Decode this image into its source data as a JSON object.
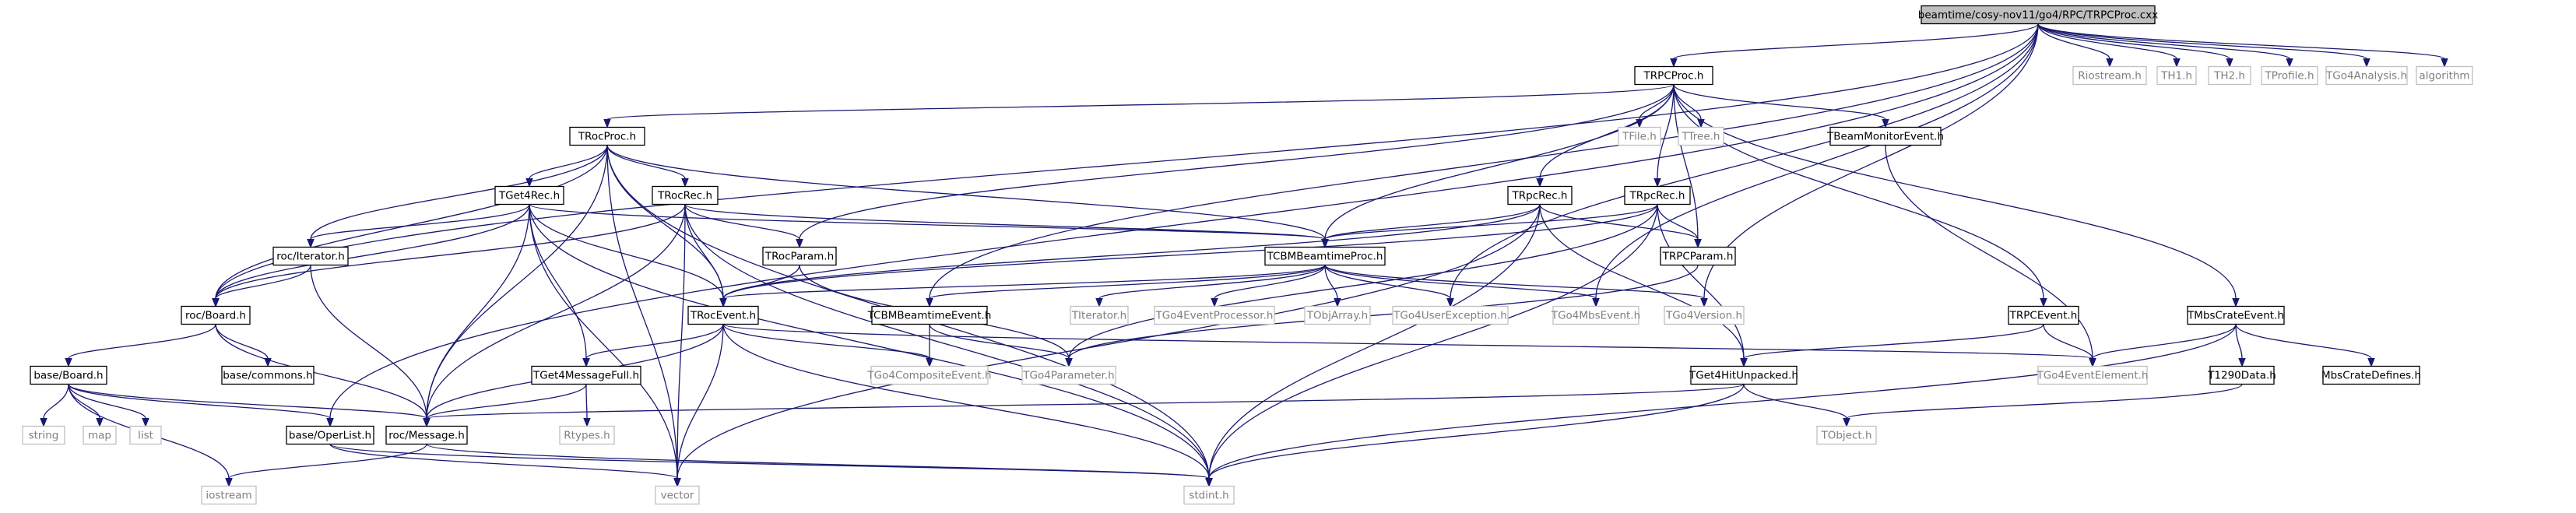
{
  "diagram": {
    "type": "include-dependency-graph",
    "nodes": [
      {
        "id": "rpcproc_cxx",
        "label": "beamtime/cosy-nov11/go4/RPC/TRPCProc.cxx",
        "kind": "root"
      },
      {
        "id": "trpcproc_h",
        "label": "TRPCProc.h",
        "kind": "box"
      },
      {
        "id": "riostream_h",
        "label": "Riostream.h",
        "kind": "system"
      },
      {
        "id": "th1_h",
        "label": "TH1.h",
        "kind": "system"
      },
      {
        "id": "th2_h",
        "label": "TH2.h",
        "kind": "system"
      },
      {
        "id": "tprofile_h",
        "label": "TProfile.h",
        "kind": "system"
      },
      {
        "id": "tgo4analysis_h",
        "label": "TGo4Analysis.h",
        "kind": "system"
      },
      {
        "id": "algorithm",
        "label": "algorithm",
        "kind": "system"
      },
      {
        "id": "trocproc_h",
        "label": "TRocProc.h",
        "kind": "box"
      },
      {
        "id": "tfile_h",
        "label": "TFile.h",
        "kind": "system"
      },
      {
        "id": "ttree_h",
        "label": "TTree.h",
        "kind": "system"
      },
      {
        "id": "tbeammonitorevent_h",
        "label": "TBeamMonitorEvent.h",
        "kind": "box"
      },
      {
        "id": "tget4rec_h",
        "label": "TGet4Rec.h",
        "kind": "box"
      },
      {
        "id": "trocrec_h",
        "label": "TRocRec.h",
        "kind": "box"
      },
      {
        "id": "trpcrec_h",
        "label": "TRpcRec.h",
        "kind": "box"
      },
      {
        "id": "trpcrec2_h",
        "label": "TRpcRec.h",
        "kind": "box"
      },
      {
        "id": "roc_iterator_h",
        "label": "roc/Iterator.h",
        "kind": "box"
      },
      {
        "id": "trocparam_h",
        "label": "TRocParam.h",
        "kind": "box"
      },
      {
        "id": "tcbmbeamtimeproc_h",
        "label": "TCBMBeamtimeProc.h",
        "kind": "box"
      },
      {
        "id": "trpcparam_h",
        "label": "TRPCParam.h",
        "kind": "box"
      },
      {
        "id": "roc_board_h",
        "label": "roc/Board.h",
        "kind": "box"
      },
      {
        "id": "troceevent_h",
        "label": "TRocEvent.h",
        "kind": "box"
      },
      {
        "id": "tcbmbeamtimeevent_h",
        "label": "TCBMBeamtimeEvent.h",
        "kind": "box"
      },
      {
        "id": "titerator_h",
        "label": "TIterator.h",
        "kind": "system"
      },
      {
        "id": "tgo4eventprocessor_h",
        "label": "TGo4EventProcessor.h",
        "kind": "system"
      },
      {
        "id": "tobjarray_h",
        "label": "TObjArray.h",
        "kind": "system"
      },
      {
        "id": "tgo4userexception_h",
        "label": "TGo4UserException.h",
        "kind": "system"
      },
      {
        "id": "tgo4mbsevent_h",
        "label": "TGo4MbsEvent.h",
        "kind": "system"
      },
      {
        "id": "tgo4version_h",
        "label": "TGo4Version.h",
        "kind": "system"
      },
      {
        "id": "trpcevent_h",
        "label": "TRPCEvent.h",
        "kind": "box"
      },
      {
        "id": "tmbscrateevent_h",
        "label": "TMbsCrateEvent.h",
        "kind": "box"
      },
      {
        "id": "base_board_h",
        "label": "base/Board.h",
        "kind": "box"
      },
      {
        "id": "base_commons_h",
        "label": "base/commons.h",
        "kind": "box"
      },
      {
        "id": "tget4messagefull_h",
        "label": "TGet4MessageFull.h",
        "kind": "box"
      },
      {
        "id": "tgo4compositeevent_h",
        "label": "TGo4CompositeEvent.h",
        "kind": "system"
      },
      {
        "id": "tgo4parameter_h",
        "label": "TGo4Parameter.h",
        "kind": "system"
      },
      {
        "id": "tget4hitunpacked_h",
        "label": "TGet4HitUnpacked.h",
        "kind": "box"
      },
      {
        "id": "tgo4eventelement_h",
        "label": "TGo4EventElement.h",
        "kind": "system"
      },
      {
        "id": "t1290data_h",
        "label": "T1290Data.h",
        "kind": "box"
      },
      {
        "id": "mbscratedefines_h",
        "label": "MbsCrateDefines.h",
        "kind": "box"
      },
      {
        "id": "string",
        "label": "string",
        "kind": "system"
      },
      {
        "id": "map",
        "label": "map",
        "kind": "system"
      },
      {
        "id": "list",
        "label": "list",
        "kind": "system"
      },
      {
        "id": "base_operlist_h",
        "label": "base/OperList.h",
        "kind": "box"
      },
      {
        "id": "roc_message_h",
        "label": "roc/Message.h",
        "kind": "box"
      },
      {
        "id": "rtypes_h",
        "label": "Rtypes.h",
        "kind": "system"
      },
      {
        "id": "tobject_h",
        "label": "TObject.h",
        "kind": "system"
      },
      {
        "id": "iostream",
        "label": "iostream",
        "kind": "system"
      },
      {
        "id": "vector",
        "label": "vector",
        "kind": "system"
      },
      {
        "id": "stdint_h",
        "label": "stdint.h",
        "kind": "system"
      }
    ],
    "edges": [
      [
        "rpcproc_cxx",
        "trpcproc_h"
      ],
      [
        "rpcproc_cxx",
        "riostream_h"
      ],
      [
        "rpcproc_cxx",
        "th1_h"
      ],
      [
        "rpcproc_cxx",
        "th2_h"
      ],
      [
        "rpcproc_cxx",
        "tprofile_h"
      ],
      [
        "rpcproc_cxx",
        "tgo4analysis_h"
      ],
      [
        "rpcproc_cxx",
        "algorithm"
      ],
      [
        "rpcproc_cxx",
        "roc_board_h"
      ],
      [
        "rpcproc_cxx",
        "tcbmbeamtimeevent_h"
      ],
      [
        "rpcproc_cxx",
        "tgo4userexception_h"
      ],
      [
        "rpcproc_cxx",
        "tgo4mbsevent_h"
      ],
      [
        "rpcproc_cxx",
        "tgo4version_h"
      ],
      [
        "rpcproc_cxx",
        "base_operlist_h"
      ],
      [
        "trpcproc_h",
        "trocproc_h"
      ],
      [
        "trpcproc_h",
        "tfile_h"
      ],
      [
        "trpcproc_h",
        "ttree_h"
      ],
      [
        "trpcproc_h",
        "tbeammonitorevent_h"
      ],
      [
        "trpcproc_h",
        "trpcrec_h"
      ],
      [
        "trpcproc_h",
        "trpcrec2_h"
      ],
      [
        "trpcproc_h",
        "tcbmbeamtimeproc_h"
      ],
      [
        "trpcproc_h",
        "trpcparam_h"
      ],
      [
        "trpcproc_h",
        "trocparam_h"
      ],
      [
        "trpcproc_h",
        "trpcevent_h"
      ],
      [
        "trpcproc_h",
        "tmbscrateevent_h"
      ],
      [
        "trocproc_h",
        "tget4rec_h"
      ],
      [
        "trocproc_h",
        "trocrec_h"
      ],
      [
        "trocproc_h",
        "roc_iterator_h"
      ],
      [
        "trocproc_h",
        "roc_board_h"
      ],
      [
        "trocproc_h",
        "troceevent_h"
      ],
      [
        "trocproc_h",
        "tcbmbeamtimeproc_h"
      ],
      [
        "trocproc_h",
        "roc_message_h"
      ],
      [
        "trocproc_h",
        "vector"
      ],
      [
        "trocproc_h",
        "stdint_h"
      ],
      [
        "tget4rec_h",
        "roc_iterator_h"
      ],
      [
        "tget4rec_h",
        "roc_board_h"
      ],
      [
        "tget4rec_h",
        "troceevent_h"
      ],
      [
        "tget4rec_h",
        "tget4messagefull_h"
      ],
      [
        "tget4rec_h",
        "roc_message_h"
      ],
      [
        "tget4rec_h",
        "tcbmbeamtimeproc_h"
      ],
      [
        "tget4rec_h",
        "vector"
      ],
      [
        "tget4rec_h",
        "stdint_h"
      ],
      [
        "trocrec_h",
        "trocparam_h"
      ],
      [
        "trocrec_h",
        "troceevent_h"
      ],
      [
        "trocrec_h",
        "roc_board_h"
      ],
      [
        "trocrec_h",
        "roc_message_h"
      ],
      [
        "trocrec_h",
        "tcbmbeamtimeproc_h"
      ],
      [
        "trocrec_h",
        "vector"
      ],
      [
        "trocrec_h",
        "stdint_h"
      ],
      [
        "trpcrec_h",
        "trpcparam_h"
      ],
      [
        "trpcrec_h",
        "tcbmbeamtimeproc_h"
      ],
      [
        "trpcrec_h",
        "troceevent_h"
      ],
      [
        "trpcrec_h",
        "tget4hitunpacked_h"
      ],
      [
        "trpcrec_h",
        "vector"
      ],
      [
        "trpcrec_h",
        "stdint_h"
      ],
      [
        "trpcrec2_h",
        "trpcparam_h"
      ],
      [
        "trpcrec2_h",
        "tcbmbeamtimeproc_h"
      ],
      [
        "trpcrec2_h",
        "troceevent_h"
      ],
      [
        "trpcrec2_h",
        "tget4hitunpacked_h"
      ],
      [
        "trpcrec2_h",
        "stdint_h"
      ],
      [
        "trpcrec2_h",
        "tgo4parameter_h"
      ],
      [
        "roc_iterator_h",
        "roc_board_h"
      ],
      [
        "roc_iterator_h",
        "roc_message_h"
      ],
      [
        "trocparam_h",
        "troceevent_h"
      ],
      [
        "trocparam_h",
        "tgo4parameter_h"
      ],
      [
        "tcbmbeamtimeproc_h",
        "troceevent_h"
      ],
      [
        "tcbmbeamtimeproc_h",
        "tcbmbeamtimeevent_h"
      ],
      [
        "tcbmbeamtimeproc_h",
        "titerator_h"
      ],
      [
        "tcbmbeamtimeproc_h",
        "tgo4eventprocessor_h"
      ],
      [
        "tcbmbeamtimeproc_h",
        "tobjarray_h"
      ],
      [
        "tcbmbeamtimeproc_h",
        "tgo4userexception_h"
      ],
      [
        "tcbmbeamtimeproc_h",
        "tgo4mbsevent_h"
      ],
      [
        "tcbmbeamtimeproc_h",
        "tgo4version_h"
      ],
      [
        "trpcparam_h",
        "tgo4parameter_h"
      ],
      [
        "roc_board_h",
        "base_board_h"
      ],
      [
        "roc_board_h",
        "base_commons_h"
      ],
      [
        "roc_board_h",
        "roc_message_h"
      ],
      [
        "troceevent_h",
        "tget4messagefull_h"
      ],
      [
        "troceevent_h",
        "roc_message_h"
      ],
      [
        "troceevent_h",
        "tgo4compositeevent_h"
      ],
      [
        "troceevent_h",
        "tgo4eventelement_h"
      ],
      [
        "troceevent_h",
        "vector"
      ],
      [
        "troceevent_h",
        "stdint_h"
      ],
      [
        "tcbmbeamtimeevent_h",
        "tgo4compositeevent_h"
      ],
      [
        "tcbmbeamtimeevent_h",
        "tgo4parameter_h"
      ],
      [
        "trpcevent_h",
        "tget4hitunpacked_h"
      ],
      [
        "trpcevent_h",
        "tgo4eventelement_h"
      ],
      [
        "tmbscrateevent_h",
        "tgo4eventelement_h"
      ],
      [
        "tmbscrateevent_h",
        "t1290data_h"
      ],
      [
        "tmbscrateevent_h",
        "mbscratedefines_h"
      ],
      [
        "tmbscrateevent_h",
        "stdint_h"
      ],
      [
        "tbeammonitorevent_h",
        "tgo4eventelement_h"
      ],
      [
        "base_board_h",
        "string"
      ],
      [
        "base_board_h",
        "map"
      ],
      [
        "base_board_h",
        "list"
      ],
      [
        "base_board_h",
        "base_operlist_h"
      ],
      [
        "base_board_h",
        "roc_message_h"
      ],
      [
        "base_board_h",
        "iostream"
      ],
      [
        "base_operlist_h",
        "vector"
      ],
      [
        "base_operlist_h",
        "stdint_h"
      ],
      [
        "tget4messagefull_h",
        "roc_message_h"
      ],
      [
        "tget4messagefull_h",
        "rtypes_h"
      ],
      [
        "tget4hitunpacked_h",
        "roc_message_h"
      ],
      [
        "tget4hitunpacked_h",
        "tobject_h"
      ],
      [
        "tget4hitunpacked_h",
        "stdint_h"
      ],
      [
        "roc_message_h",
        "iostream"
      ],
      [
        "roc_message_h",
        "stdint_h"
      ],
      [
        "t1290data_h",
        "tobject_h"
      ]
    ]
  }
}
